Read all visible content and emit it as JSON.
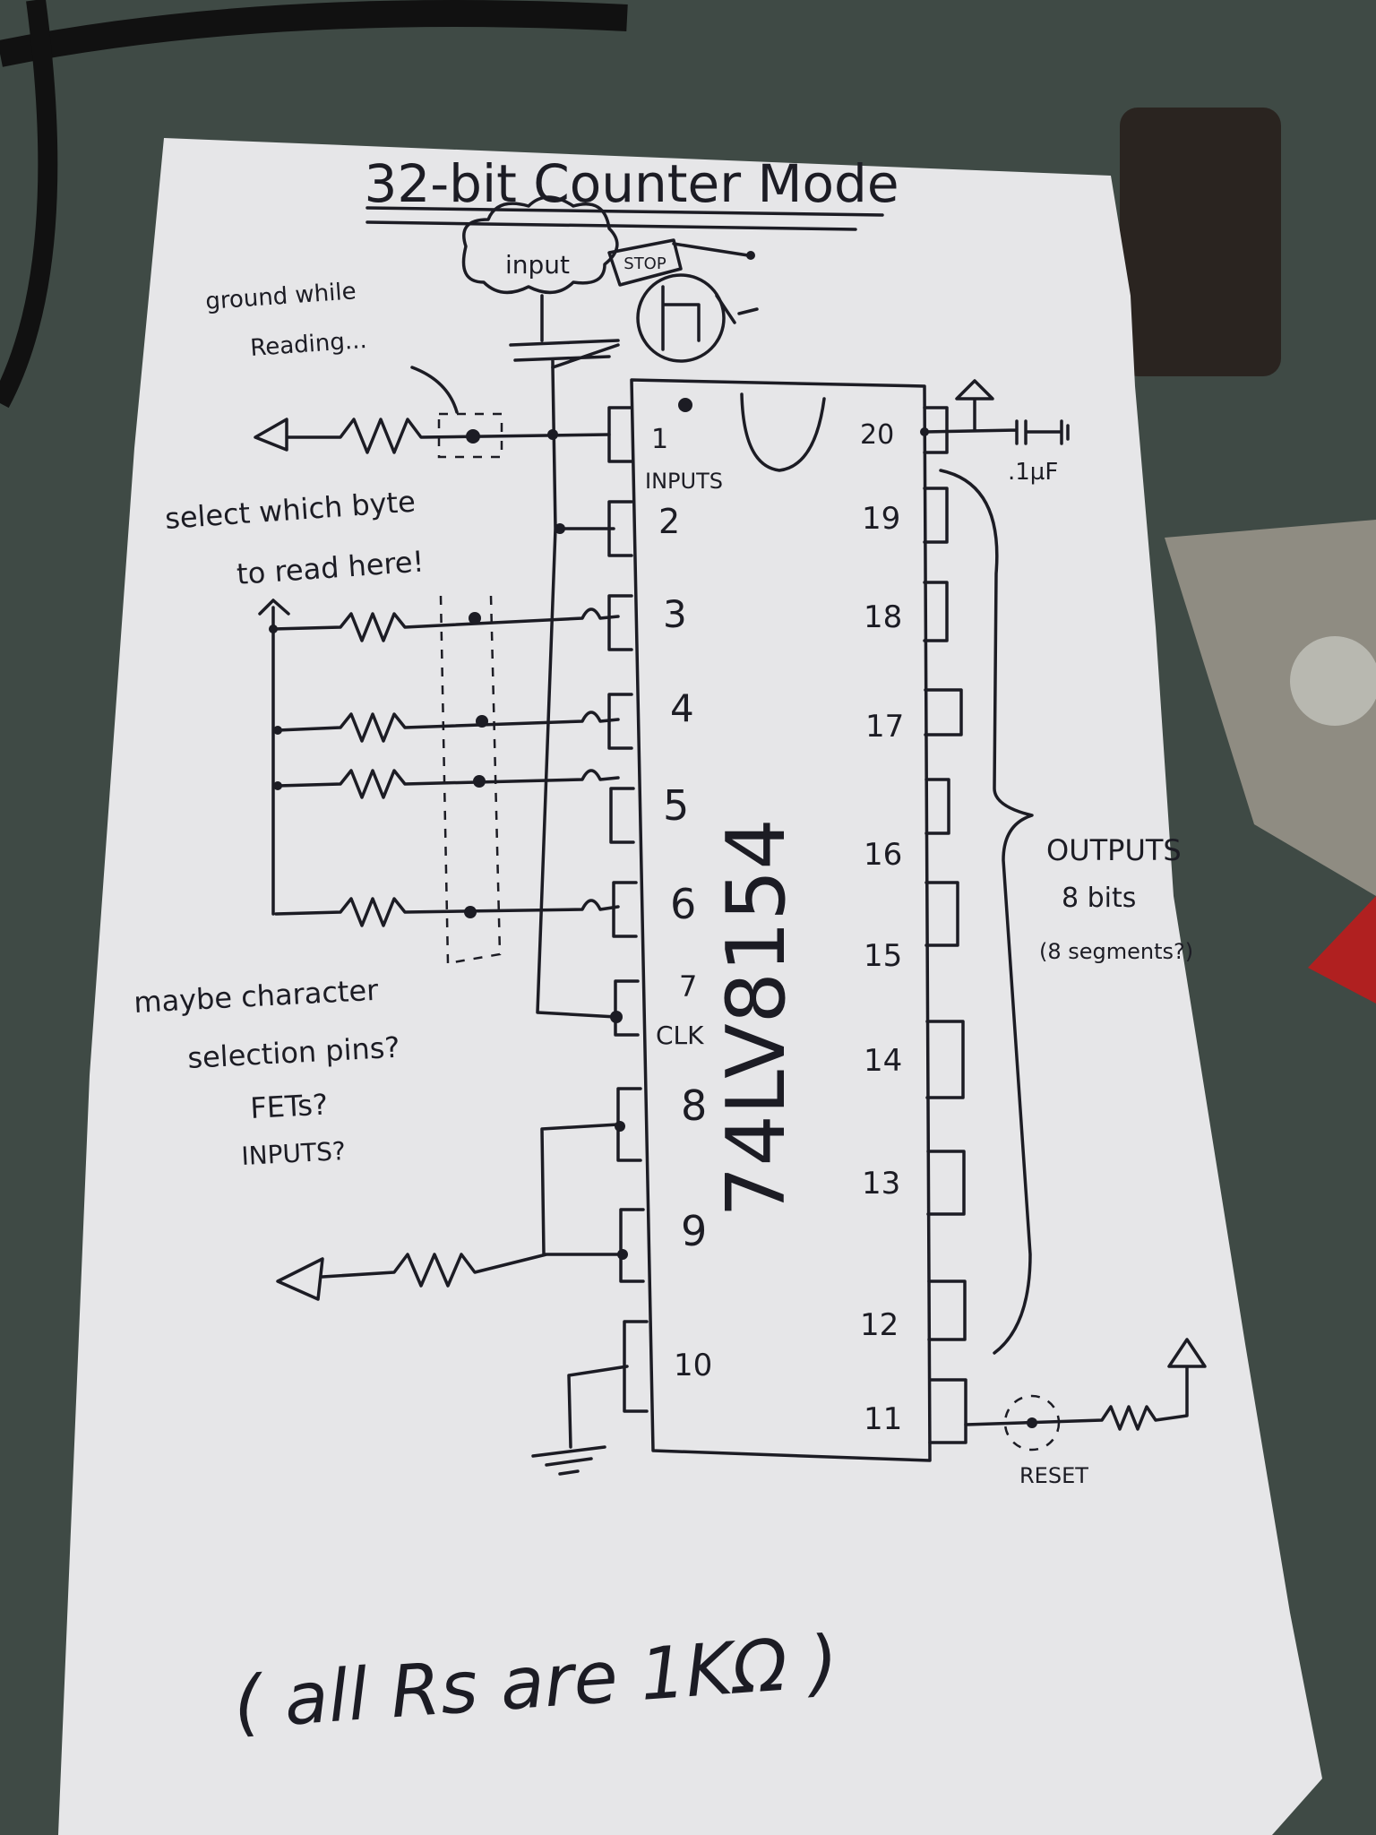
{
  "title": "32-bit Counter Mode",
  "chip": {
    "part_number": "74LV8154",
    "left_pins": [
      "1",
      "2",
      "3",
      "4",
      "5",
      "6",
      "7",
      "8",
      "9",
      "10"
    ],
    "right_pins": [
      "20",
      "19",
      "18",
      "17",
      "16",
      "15",
      "14",
      "13",
      "12",
      "11"
    ],
    "inputs_label": "INPUTS",
    "clk_label": "CLK"
  },
  "labels": {
    "input_cloud": "input",
    "stop": "STOP",
    "ground_while_reading": [
      "ground while",
      "Reading..."
    ],
    "select_byte": [
      "select which byte",
      "to read here!"
    ],
    "maybe_character": [
      "maybe character",
      "selection pins?",
      "FETs?",
      "INPUTS?"
    ],
    "outputs": [
      "OUTPUTS",
      "8 bits",
      "(8 segments?)"
    ],
    "capacitor": ".1µF",
    "reset": "RESET",
    "footnote": "( all Rs are 1KΩ )"
  },
  "colors": {
    "ink": "#1c1c24",
    "paper": "#e6e6e8",
    "background": "#3f4a45"
  }
}
